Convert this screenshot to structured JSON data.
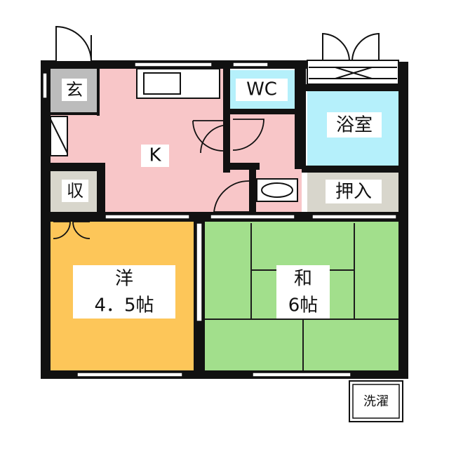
{
  "floor_plan": {
    "rooms": {
      "entrance": {
        "label": "玄",
        "color": "#bcbcbc"
      },
      "kitchen": {
        "label": "K",
        "color": "#f8c6c8"
      },
      "toilet": {
        "label": "WC",
        "color": "#b5f0fb"
      },
      "bath": {
        "label": "浴室",
        "color": "#b5f0fb"
      },
      "storage": {
        "label": "収",
        "color": "#d8d6cc"
      },
      "closet": {
        "label": "押入",
        "color": "#d8d6cc"
      },
      "western_room": {
        "label": "洋",
        "size": "4．5帖",
        "color": "#fdc659"
      },
      "japanese_room": {
        "label": "和",
        "size": "6帖",
        "color": "#a2df8c"
      }
    },
    "laundry": {
      "label": "洗濯"
    }
  }
}
